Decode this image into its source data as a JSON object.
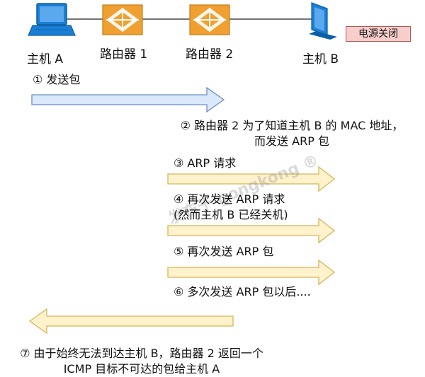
{
  "nodes": {
    "host_a": "主机 A",
    "router_1": "路由器 1",
    "router_2": "路由器 2",
    "host_b": "主机 B"
  },
  "power_off_badge": "电源关闭",
  "steps": {
    "s1": "① 发送包",
    "s2_line1": "② 路由器 2 为了知道主机 B 的 MAC 地址，",
    "s2_line2": "而发送 ARP 包",
    "s3": "③ ARP 请求",
    "s4_line1": "④ 再次发送 ARP 请求",
    "s4_line2": "(然而主机 B 已经关机)",
    "s5": "⑤ 再次发送 ARP 包",
    "s6": "⑥ 多次发送 ARP 包以后....",
    "s7_line1": "⑦ 由于始终无法到达主机 B，路由器 2 返回一个",
    "s7_line2": "ICMP 目标不可达的包给主机 A"
  },
  "watermark": "发布于 gongkong ®",
  "colors": {
    "blue_arrow_fill": "#dae8fc",
    "blue_arrow_stroke": "#6c8ebf",
    "yellow_arrow_fill": "#fff2cc",
    "yellow_arrow_stroke": "#d6b656",
    "router_fill": "#f0a030",
    "host_fill": "#1a7fd4",
    "badge_fill": "#f8cecc",
    "badge_stroke": "#b85450"
  }
}
